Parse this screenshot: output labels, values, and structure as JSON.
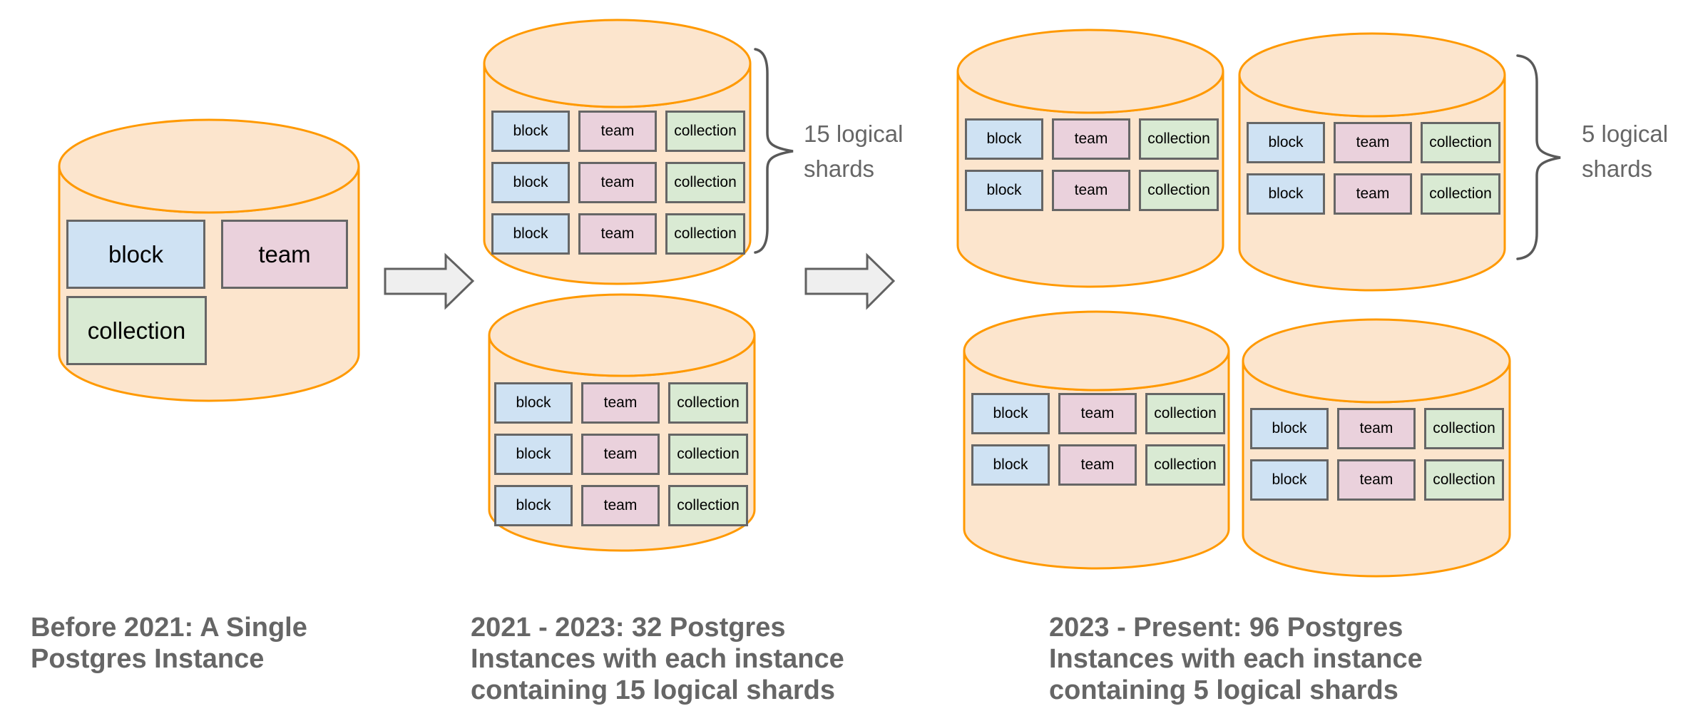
{
  "diagram": {
    "cell_labels": [
      "block",
      "team",
      "collection"
    ],
    "stages": [
      {
        "name": "single-instance",
        "caption": "Before 2021: A Single\nPostgres Instance"
      },
      {
        "name": "32-instances",
        "caption": "2021 - 2023: 32 Postgres\nInstances with each instance\ncontaining 15 logical shards",
        "shard_label": "15 logical\nshards"
      },
      {
        "name": "96-instances",
        "caption": "2023 - Present: 96 Postgres\nInstances with each instance\ncontaining 5 logical shards",
        "shard_label": "5 logical\nshards"
      }
    ],
    "colors": {
      "cylinder_fill": "#FCE5CD",
      "cylinder_stroke": "#FF9900",
      "block_fill": "#CFE2F3",
      "team_fill": "#EAD1DC",
      "collection_fill": "#D9EAD3",
      "box_border": "#666666",
      "label_text": "#666666",
      "arrow_fill": "#EFEFEF",
      "arrow_stroke": "#616161"
    }
  }
}
